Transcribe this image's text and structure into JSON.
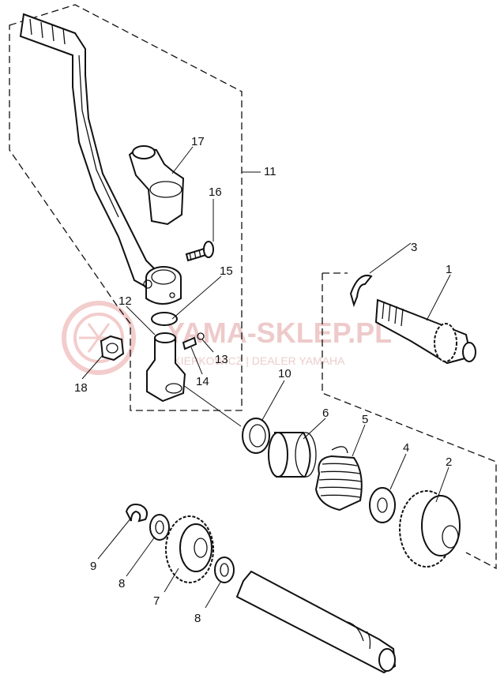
{
  "watermark": {
    "brand": "YAMA-SKLEP.PL",
    "dealer": "M. KIEPKOWICZ | DEALER YAMAHA"
  },
  "callouts": [
    "1",
    "2",
    "3",
    "4",
    "5",
    "6",
    "7",
    "8",
    "8",
    "9",
    "10",
    "11",
    "12",
    "13",
    "14",
    "15",
    "16",
    "17",
    "18"
  ]
}
